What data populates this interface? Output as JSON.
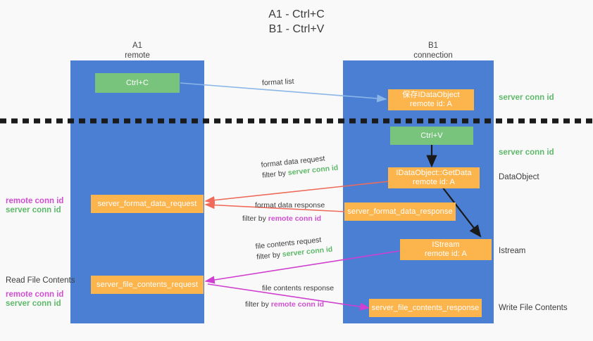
{
  "title": "A1 - Ctrl+C\nB1 - Ctrl+V",
  "colors": {
    "background": "#f9f9f9",
    "lane": "#4a7fd4",
    "green_box": "#79c47d",
    "orange_box": "#fcb44d",
    "server_conn_id": "#5fb96a",
    "remote_conn_id": "#cf4fd0",
    "arrow_blue": "#8ab6e8",
    "arrow_red": "#ef6a5a",
    "arrow_magenta": "#d040d0",
    "arrow_black": "#1a1a1a",
    "text": "#3c3c3c"
  },
  "lanes": [
    {
      "name": "A1",
      "sub": "remote",
      "header": "A1\nremote"
    },
    {
      "name": "B1",
      "sub": "connection",
      "header": "B1\nconnection"
    }
  ],
  "boxes": {
    "ctrl_c": {
      "label": "Ctrl+C",
      "kind": "green"
    },
    "ctrl_v": {
      "label": "Ctrl+V",
      "kind": "green"
    },
    "save_dataobject": {
      "label": "保存IDataObject\nremote id: A",
      "kind": "orange"
    },
    "getdata": {
      "label": "IDataObject::GetData\nremote id: A",
      "kind": "orange"
    },
    "istream": {
      "label": "IStream\nremote id: A",
      "kind": "orange"
    },
    "server_format_data_request": {
      "label": "server_format_data_request",
      "kind": "orange"
    },
    "server_format_data_response": {
      "label": "server_format_data_response",
      "kind": "orange"
    },
    "server_file_contents_request": {
      "label": "server_file_contents_request",
      "kind": "orange"
    },
    "server_file_contents_response": {
      "label": "server_file_contents_response",
      "kind": "orange"
    }
  },
  "right_annotations": [
    {
      "key": "conn_id_top",
      "text": "server conn id",
      "style": "green"
    },
    {
      "key": "conn_id_second",
      "text": "server conn id",
      "style": "green"
    },
    {
      "key": "dataobject",
      "text": "DataObject",
      "style": "plain"
    },
    {
      "key": "istream",
      "text": "Istream",
      "style": "plain"
    },
    {
      "key": "write_file",
      "text": "Write File Contents",
      "style": "plain"
    }
  ],
  "left_annotations": [
    {
      "key": "fmt_remote",
      "text": "remote conn id",
      "style": "magenta"
    },
    {
      "key": "fmt_server",
      "text": "server conn id",
      "style": "green"
    },
    {
      "key": "read_file",
      "text": "Read File Contents",
      "style": "plain"
    },
    {
      "key": "file_remote",
      "text": "remote conn id",
      "style": "magenta"
    },
    {
      "key": "file_server",
      "text": "server conn id",
      "style": "green"
    }
  ],
  "edges": [
    {
      "key": "format_list",
      "line1": "format list",
      "filter_prefix": "",
      "filter_key": ""
    },
    {
      "key": "format_data_request",
      "line1": "format data request",
      "filter_prefix": "filter by ",
      "filter_key": "server conn id",
      "filter_style": "g"
    },
    {
      "key": "format_data_response",
      "line1": "format data response",
      "filter_prefix": "filter by ",
      "filter_key": "remote conn id",
      "filter_style": "m"
    },
    {
      "key": "file_contents_request",
      "line1": "file contents request",
      "filter_prefix": "filter by ",
      "filter_key": "server conn id",
      "filter_style": "g"
    },
    {
      "key": "file_contents_response",
      "line1": "file contents response",
      "filter_prefix": "filter by ",
      "filter_key": "remote conn id",
      "filter_style": "m"
    }
  ]
}
